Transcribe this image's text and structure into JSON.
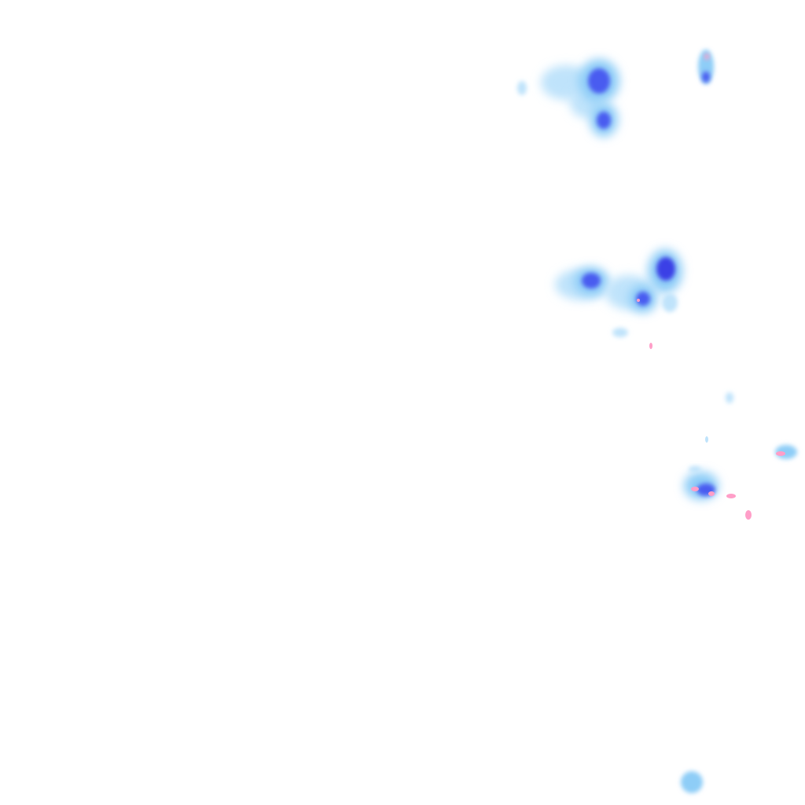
{
  "layer": "precipitation-radar-overlay",
  "colors": {
    "background": "#ffffff",
    "light_rain": "#bfe3fb",
    "moderate_rain": "#8ecdf7",
    "heavy_rain": "#4a5cf0",
    "very_heavy_rain": "#3b3fe6",
    "hail_speckle": "#ff9ec8"
  },
  "echo_levels": [
    "light_rain",
    "moderate_rain",
    "heavy_rain",
    "very_heavy_rain",
    "hail_speckle"
  ]
}
